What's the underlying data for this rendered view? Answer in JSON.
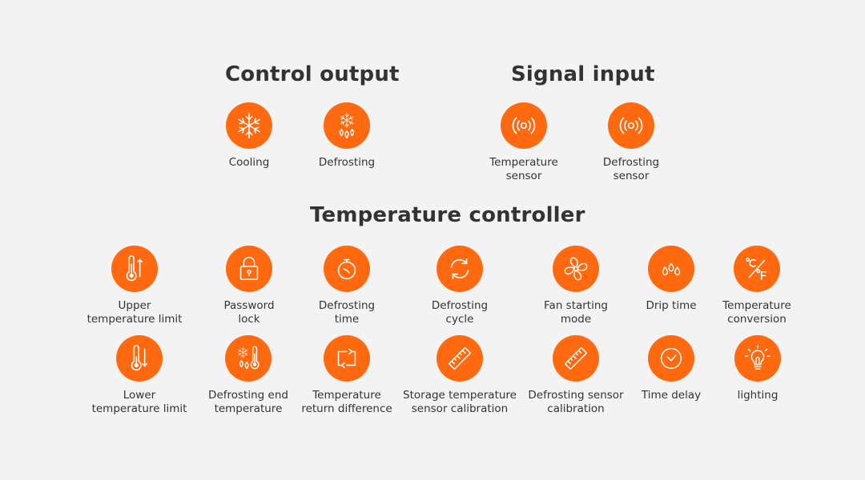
{
  "colors": {
    "accent": "#ff6a10",
    "background": "#f3f3f3",
    "text": "#333333"
  },
  "sections": {
    "control_output": {
      "title": "Control output"
    },
    "signal_input": {
      "title": "Signal input"
    },
    "temperature_controller": {
      "title": "Temperature controller"
    }
  },
  "control_output": [
    {
      "label": "Cooling",
      "icon": "snowflake-icon"
    },
    {
      "label": "Defrosting",
      "icon": "snowflake-drop-icon"
    }
  ],
  "signal_input": [
    {
      "label": "Temperature\nsensor",
      "icon": "signal-sensor-icon"
    },
    {
      "label": "Defrosting\nsensor",
      "icon": "signal-sensor-icon"
    }
  ],
  "temperature_controller": [
    {
      "label": "Upper\ntemperature limit",
      "icon": "thermometer-up-icon"
    },
    {
      "label": "Password\nlock",
      "icon": "padlock-icon"
    },
    {
      "label": "Defrosting\ntime",
      "icon": "stopwatch-icon"
    },
    {
      "label": "Defrosting\ncycle",
      "icon": "cycle-arrows-icon"
    },
    {
      "label": "Fan starting\nmode",
      "icon": "fan-icon"
    },
    {
      "label": "Drip time",
      "icon": "drops-icon"
    },
    {
      "label": "Temperature\nconversion",
      "icon": "celsius-fahrenheit-icon"
    },
    {
      "label": "Lower\ntemperature limit",
      "icon": "thermometer-down-icon"
    },
    {
      "label": "Defrosting end\ntemperature",
      "icon": "snowflake-thermometer-icon"
    },
    {
      "label": "Temperature\nreturn difference",
      "icon": "return-arrows-icon"
    },
    {
      "label": "Storage temperature\nsensor calibration",
      "icon": "ruler-icon"
    },
    {
      "label": "Defrosting sensor\ncalibration",
      "icon": "ruler-icon"
    },
    {
      "label": "Time delay",
      "icon": "clock-icon"
    },
    {
      "label": "lighting",
      "icon": "light-bulb-icon"
    }
  ]
}
